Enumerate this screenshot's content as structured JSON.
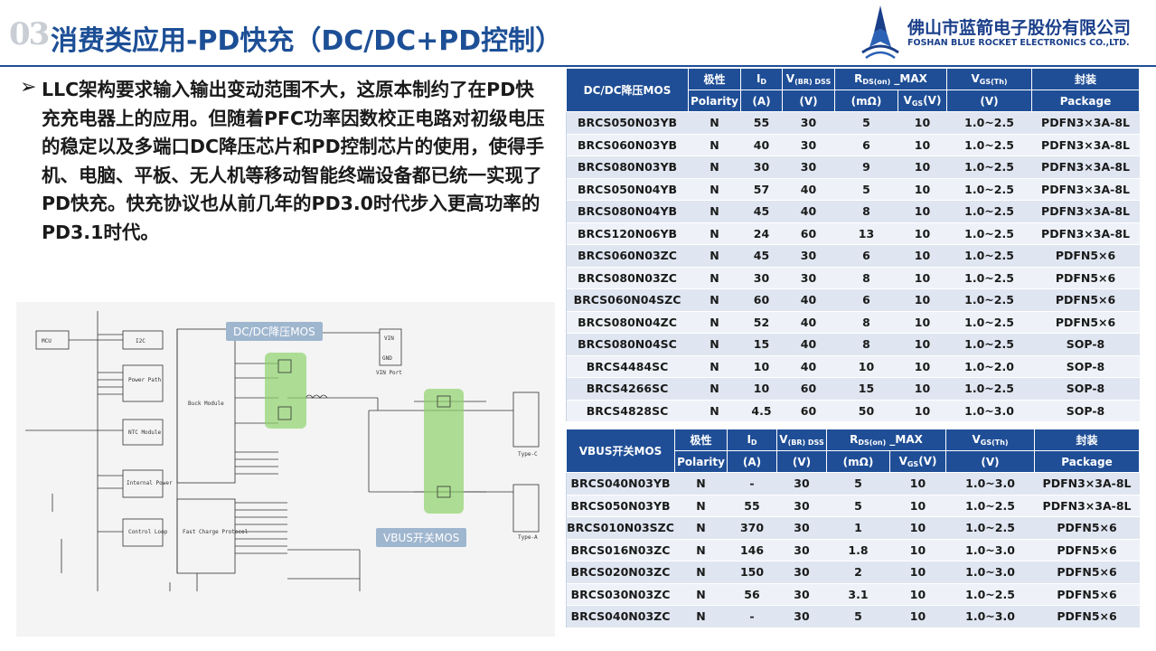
{
  "header": {
    "section_number": "03",
    "title": "消费类应用-PD快充（DC/DC+PD控制）",
    "company_cn": "佛山市蓝箭电子股份有限公司",
    "company_en": "FOSHAN BLUE ROCKET ELECTRONICS CO.,LTD."
  },
  "bullet": {
    "arrow": "➢",
    "text": "LLC架构要求输入输出变动范围不大，这原本制约了在PD快充充电器上的应用。但随着PFC功率因数校正电路对初级电压的稳定以及多端口DC降压芯片和PD控制芯片的使用，使得手机、电脑、平板、无人机等移动智能终端设备都已统一实现了PD快充。快充协议也从前几年的PD3.0时代步入更高功率的PD3.1时代。"
  },
  "circuit": {
    "overlay_dcdc": "DC/DC降压MOS",
    "overlay_vbus": "VBUS开关MOS",
    "blocks": {
      "mcu": "MCU",
      "i2c": "I2C",
      "power_path": "Power Path",
      "ntc_module": "NTC Module",
      "internal_power": "Internal Power",
      "control_loop": "Control Loop",
      "buck_module": "Buck Module",
      "fast_charge": "Fast Charge Protocol",
      "vin": "VIN",
      "gnd": "GND",
      "vin_port": "VIN Port",
      "typec": "Type-C",
      "typea": "Type-A"
    }
  },
  "table1": {
    "headers": {
      "model": "DC/DC降压MOS",
      "polarity_cn": "极性",
      "polarity_en": "Polarity",
      "id": "I",
      "id_sub": "D",
      "id_unit": "(A)",
      "vds": "V",
      "vds_sub": "(BR) DSS",
      "vds_unit": "(V)",
      "rds": "R",
      "rds_sub": "DS(on)",
      "rds_suffix": " _MAX",
      "rds_unit": "(mΩ)",
      "vgs": "V",
      "vgs_sub": "GS",
      "vgs_suffix": "(V)",
      "vth": "V",
      "vth_sub": "GS(Th)",
      "vth_unit": "(V)",
      "pkg_cn": "封装",
      "pkg_en": "Package"
    },
    "rows": [
      [
        "BRCS050N03YB",
        "N",
        "55",
        "30",
        "5",
        "10",
        "1.0~2.5",
        "PDFN3×3A-8L"
      ],
      [
        "BRCS060N03YB",
        "N",
        "40",
        "30",
        "6",
        "10",
        "1.0~2.5",
        "PDFN3×3A-8L"
      ],
      [
        "BRCS080N03YB",
        "N",
        "30",
        "30",
        "9",
        "10",
        "1.0~2.5",
        "PDFN3×3A-8L"
      ],
      [
        "BRCS050N04YB",
        "N",
        "57",
        "40",
        "5",
        "10",
        "1.0~2.5",
        "PDFN3×3A-8L"
      ],
      [
        "BRCS080N04YB",
        "N",
        "45",
        "40",
        "8",
        "10",
        "1.0~2.5",
        "PDFN3×3A-8L"
      ],
      [
        "BRCS120N06YB",
        "N",
        "24",
        "60",
        "13",
        "10",
        "1.0~2.5",
        "PDFN3×3A-8L"
      ],
      [
        "BRCS060N03ZC",
        "N",
        "45",
        "30",
        "6",
        "10",
        "1.0~2.5",
        "PDFN5×6"
      ],
      [
        "BRCS080N03ZC",
        "N",
        "30",
        "30",
        "8",
        "10",
        "1.0~2.5",
        "PDFN5×6"
      ],
      [
        "BRCS060N04SZC",
        "N",
        "60",
        "40",
        "6",
        "10",
        "1.0~2.5",
        "PDFN5×6"
      ],
      [
        "BRCS080N04ZC",
        "N",
        "52",
        "40",
        "8",
        "10",
        "1.0~2.5",
        "PDFN5×6"
      ],
      [
        "BRCS080N04SC",
        "N",
        "15",
        "40",
        "8",
        "10",
        "1.0~2.5",
        "SOP-8"
      ],
      [
        "BRCS4484SC",
        "N",
        "10",
        "40",
        "10",
        "10",
        "1.0~2.0",
        "SOP-8"
      ],
      [
        "BRCS4266SC",
        "N",
        "10",
        "60",
        "15",
        "10",
        "1.0~2.5",
        "SOP-8"
      ],
      [
        "BRCS4828SC",
        "N",
        "4.5",
        "60",
        "50",
        "10",
        "1.0~3.0",
        "SOP-8"
      ]
    ]
  },
  "table2": {
    "headers": {
      "model": "VBUS开关MOS",
      "polarity_cn": "极性",
      "polarity_en": "Polarity",
      "id": "I",
      "id_sub": "D",
      "id_unit": "(A)",
      "vds": "V",
      "vds_sub": "(BR) DSS",
      "vds_unit": "(V)",
      "rds": "R",
      "rds_sub": "DS(on)",
      "rds_suffix": " _MAX",
      "rds_unit": "(mΩ)",
      "vgs": "V",
      "vgs_sub": "GS",
      "vgs_suffix": "(V)",
      "vth": "V",
      "vth_sub": "GS(Th)",
      "vth_unit": "(V)",
      "pkg_cn": "封装",
      "pkg_en": "Package"
    },
    "rows": [
      [
        "BRCS040N03YB",
        "N",
        "-",
        "30",
        "5",
        "10",
        "1.0~3.0",
        "PDFN3×3A-8L"
      ],
      [
        "BRCS050N03YB",
        "N",
        "55",
        "30",
        "5",
        "10",
        "1.0~2.5",
        "PDFN3×3A-8L"
      ],
      [
        "BRCS010N03SZC",
        "N",
        "370",
        "30",
        "1",
        "10",
        "1.0~2.5",
        "PDFN5×6"
      ],
      [
        "BRCS016N03ZC",
        "N",
        "146",
        "30",
        "1.8",
        "10",
        "1.0~3.0",
        "PDFN5×6"
      ],
      [
        "BRCS020N03ZC",
        "N",
        "150",
        "30",
        "2",
        "10",
        "1.0~3.0",
        "PDFN5×6"
      ],
      [
        "BRCS030N03ZC",
        "N",
        "56",
        "30",
        "3.1",
        "10",
        "1.0~2.5",
        "PDFN5×6"
      ],
      [
        "BRCS040N03ZC",
        "N",
        "-",
        "30",
        "5",
        "10",
        "1.0~3.0",
        "PDFN5×6"
      ]
    ]
  }
}
